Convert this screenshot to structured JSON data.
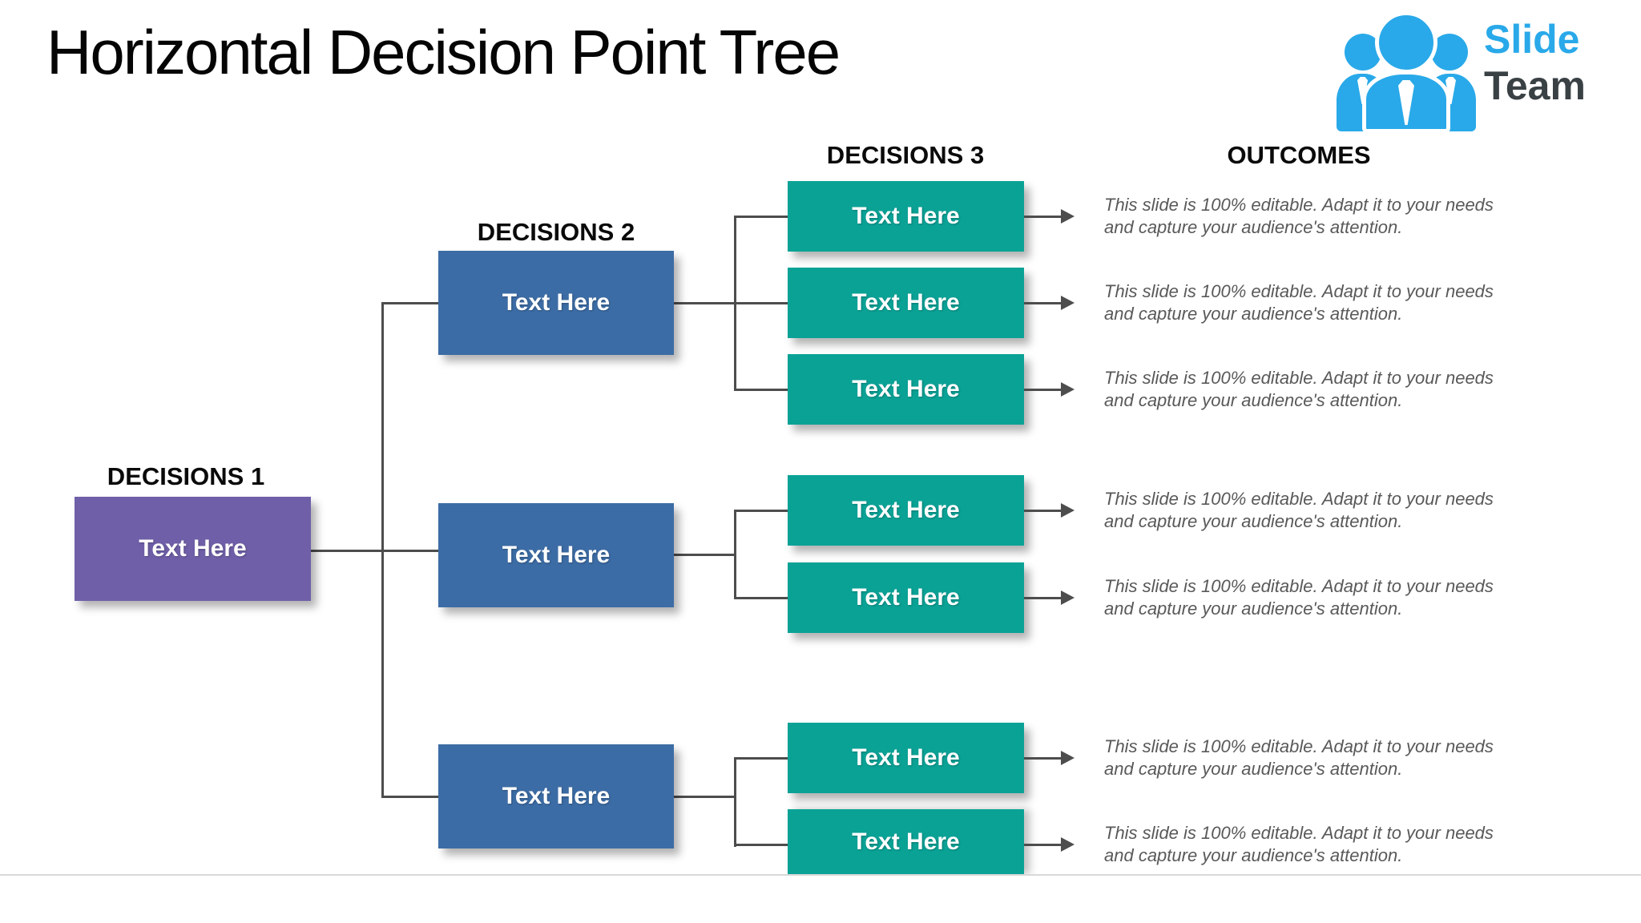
{
  "title": "Horizontal Decision Point Tree",
  "logo": {
    "line1": "Slide",
    "line2": "Team"
  },
  "headers": {
    "decisions1": "DECISIONS 1",
    "decisions2": "DECISIONS 2",
    "decisions3": "DECISIONS 3",
    "outcomes": "OUTCOMES"
  },
  "nodes": {
    "root": {
      "label": "Text Here"
    },
    "level2": [
      {
        "label": "Text Here"
      },
      {
        "label": "Text Here"
      },
      {
        "label": "Text Here"
      }
    ],
    "level3": [
      {
        "label": "Text Here"
      },
      {
        "label": "Text Here"
      },
      {
        "label": "Text Here"
      },
      {
        "label": "Text Here"
      },
      {
        "label": "Text Here"
      },
      {
        "label": "Text Here"
      },
      {
        "label": "Text Here"
      }
    ]
  },
  "outcomes": [
    "This slide is 100% editable. Adapt it to your needs and capture your audience's attention.",
    "This slide is 100% editable. Adapt it to your needs and capture your audience's attention.",
    "This slide is 100% editable. Adapt it to your needs and capture your audience's attention.",
    "This slide is 100% editable. Adapt it to your needs and capture your audience's attention.",
    "This slide is 100% editable. Adapt it to your needs and capture your audience's attention.",
    "This slide is 100% editable. Adapt it to your needs and capture your audience's attention.",
    "This slide is 100% editable. Adapt it to your needs and capture your audience's attention."
  ],
  "colors": {
    "root": "#6F5FA8",
    "level2": "#3C6CA5",
    "level3": "#0BA296",
    "connector": "#4D4D4D",
    "outcome_text": "#595959",
    "logo_blue": "#29A9E9",
    "logo_dark": "#3A4145",
    "divider": "#D9D9D9"
  }
}
